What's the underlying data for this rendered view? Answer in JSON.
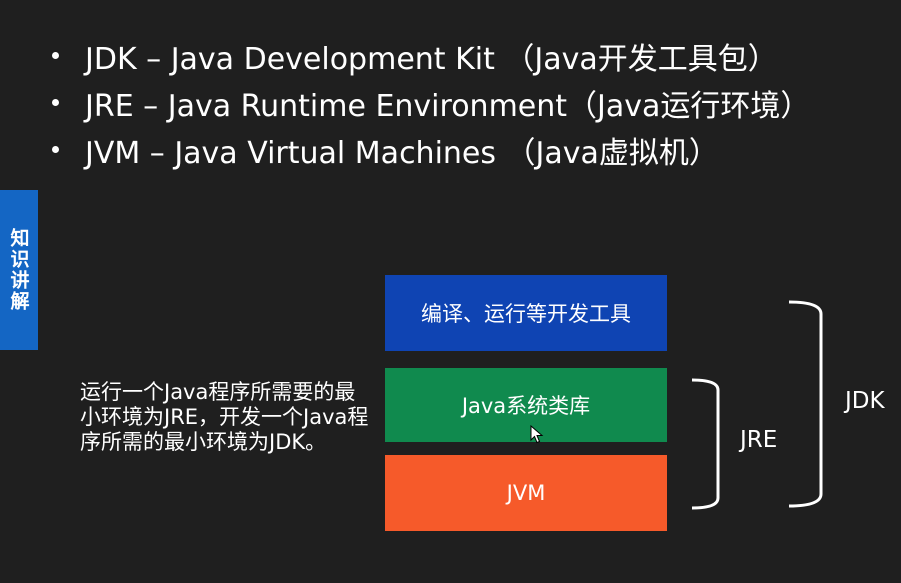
{
  "bullets": [
    {
      "text": "JDK – Java Development Kit （Java开发工具包）"
    },
    {
      "text": "JRE – Java Runtime Environment（Java运行环境）"
    },
    {
      "text": "JVM – Java Virtual Machines （Java虚拟机）"
    }
  ],
  "side_tab": {
    "label": "知识讲解"
  },
  "description": "运行一个Java程序所需要的最小环境为JRE，开发一个Java程序所需的最小环境为JDK。",
  "diagram": {
    "layers": [
      {
        "label": "编译、运行等开发工具",
        "color": "#0f44b3"
      },
      {
        "label": "Java系统类库",
        "color": "#108a4e"
      },
      {
        "label": "JVM",
        "color": "#f65a2a"
      }
    ],
    "group_labels": {
      "jre": "JRE",
      "jdk": "JDK"
    }
  },
  "colors": {
    "background": "#1f1f1f",
    "side_tab": "#1466c4",
    "text": "#ffffff"
  }
}
